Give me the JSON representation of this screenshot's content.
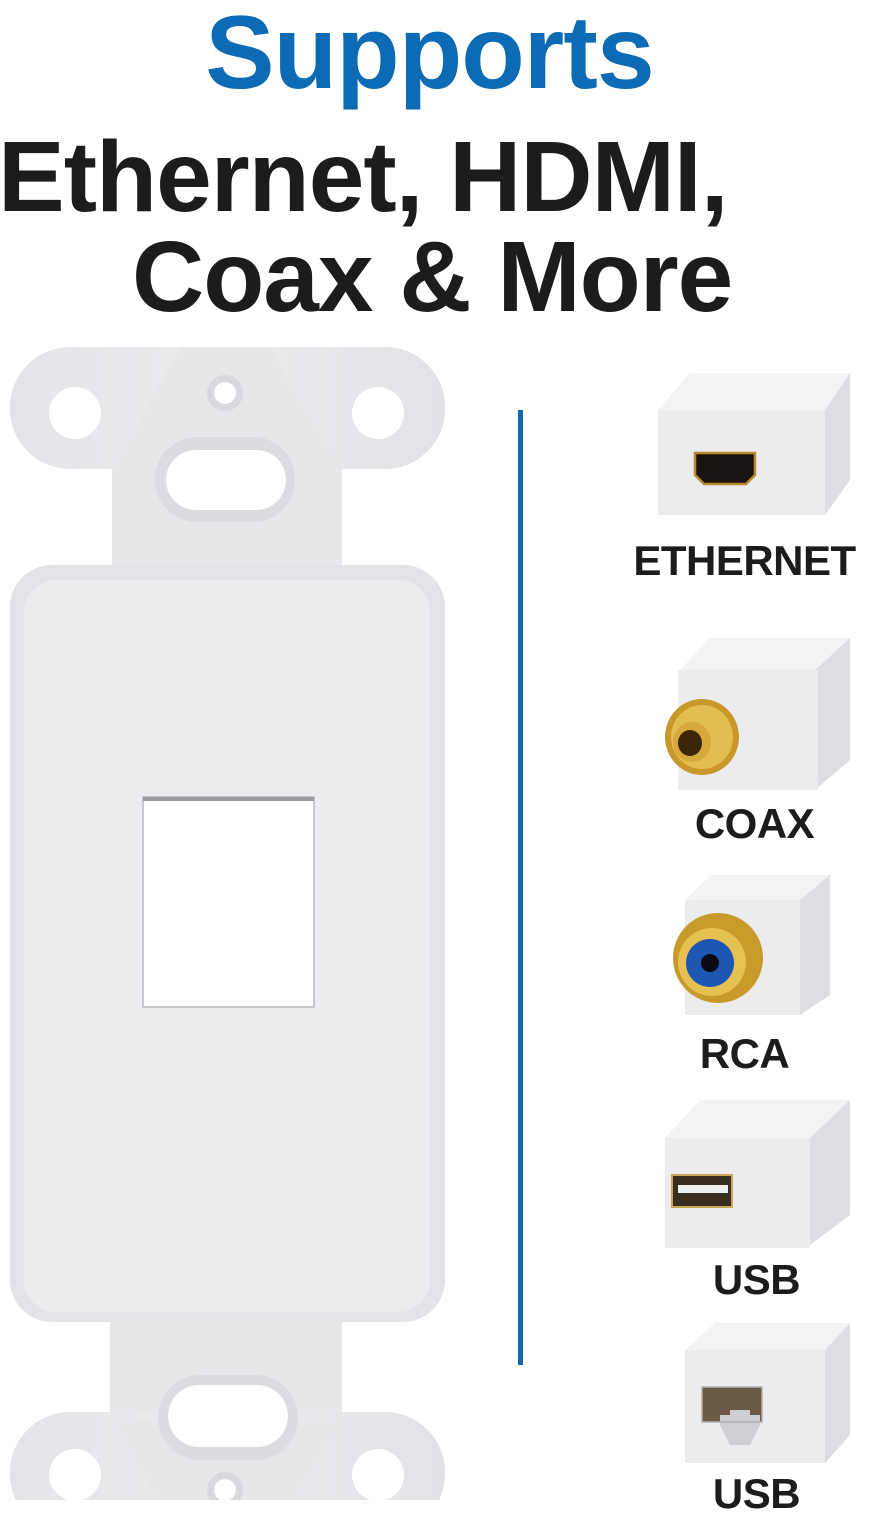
{
  "headline": {
    "line1": "Supports",
    "line2": "Ethernet, HDMI,",
    "line3": "Coax & More"
  },
  "colors": {
    "accent_blue": "#0d6bb5",
    "headline_dark": "#1c1c1c",
    "divider_blue": "#1466ae",
    "plate_white": "#e9e9ec",
    "gold": "#c9a02a",
    "rca_blue": "#1c57b3"
  },
  "product": {
    "name": "decorator-wall-plate-1-port",
    "keystone_ports": 1
  },
  "connectors": [
    {
      "label": "ETHERNET",
      "icon": "hdmi-keystone-icon"
    },
    {
      "label": "COAX",
      "icon": "coax-f-keystone-icon"
    },
    {
      "label": "RCA",
      "icon": "rca-keystone-icon"
    },
    {
      "label": "USB",
      "icon": "usb-keystone-icon"
    },
    {
      "label": "USB",
      "icon": "rj45-keystone-icon"
    }
  ]
}
